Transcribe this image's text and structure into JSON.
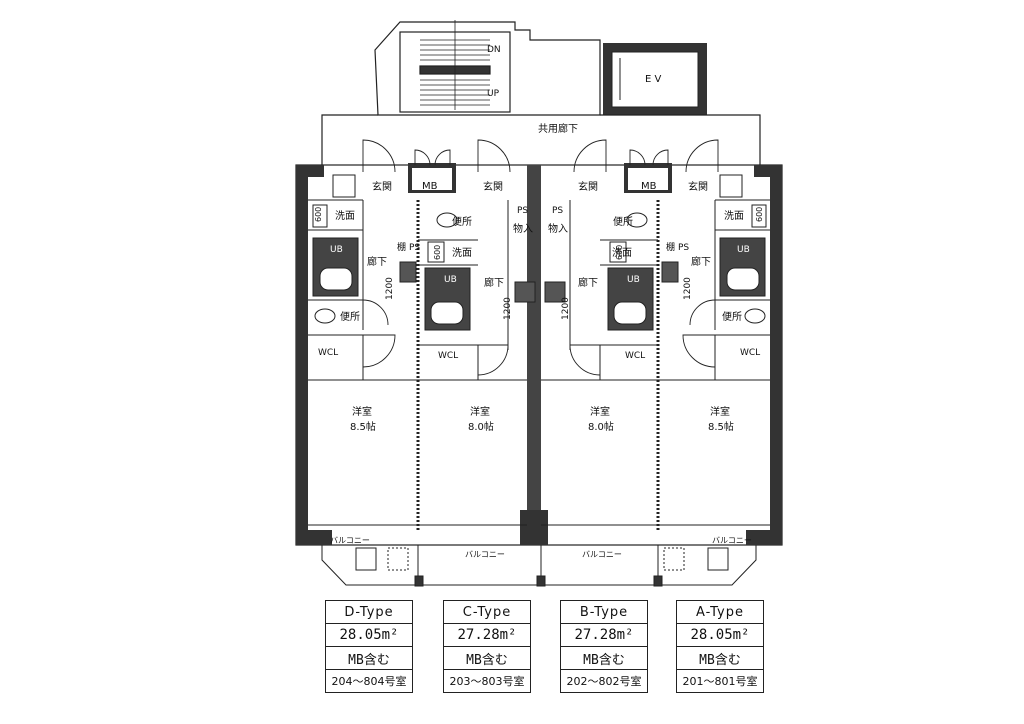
{
  "plan": {
    "common_hall": "共用廊下",
    "elevator": "E V",
    "stair_down": "DN",
    "stair_up": "UP",
    "meter_box": "MB",
    "balcony": "バルコニー",
    "units": [
      {
        "id": "D",
        "entrance": "玄関",
        "washroom": "洗面",
        "toilet": "便所",
        "hallway": "廊下",
        "wcl": "WCL",
        "bath": "UB",
        "shelf": "棚",
        "ps": "PS",
        "room": "洋室",
        "room_size": "8.5帖",
        "dim": "1200",
        "dim2": "600"
      },
      {
        "id": "C",
        "entrance": "玄関",
        "washroom": "洗面",
        "toilet": "便所",
        "hallway": "廊下",
        "wcl": "WCL",
        "bath": "UB",
        "storage": "物入",
        "ps": "PS",
        "room": "洋室",
        "room_size": "8.0帖",
        "dim": "1200",
        "dim2": "600"
      },
      {
        "id": "B",
        "entrance": "玄関",
        "washroom": "洗面",
        "toilet": "便所",
        "hallway": "廊下",
        "wcl": "WCL",
        "bath": "UB",
        "storage": "物入",
        "ps": "PS",
        "room": "洋室",
        "room_size": "8.0帖",
        "dim": "1200",
        "dim2": "600"
      },
      {
        "id": "A",
        "entrance": "玄関",
        "washroom": "洗面",
        "toilet": "便所",
        "hallway": "廊下",
        "wcl": "WCL",
        "bath": "UB",
        "shelf": "棚",
        "ps": "PS",
        "room": "洋室",
        "room_size": "8.5帖",
        "dim": "1200",
        "dim2": "600"
      }
    ]
  },
  "types": [
    {
      "name": "D-Type",
      "area": "28.05m²",
      "mb": "MB含む",
      "rooms": "204～804号室"
    },
    {
      "name": "C-Type",
      "area": "27.28m²",
      "mb": "MB含む",
      "rooms": "203～803号室"
    },
    {
      "name": "B-Type",
      "area": "27.28m²",
      "mb": "MB含む",
      "rooms": "202～802号室"
    },
    {
      "name": "A-Type",
      "area": "28.05m²",
      "mb": "MB含む",
      "rooms": "201～801号室"
    }
  ]
}
